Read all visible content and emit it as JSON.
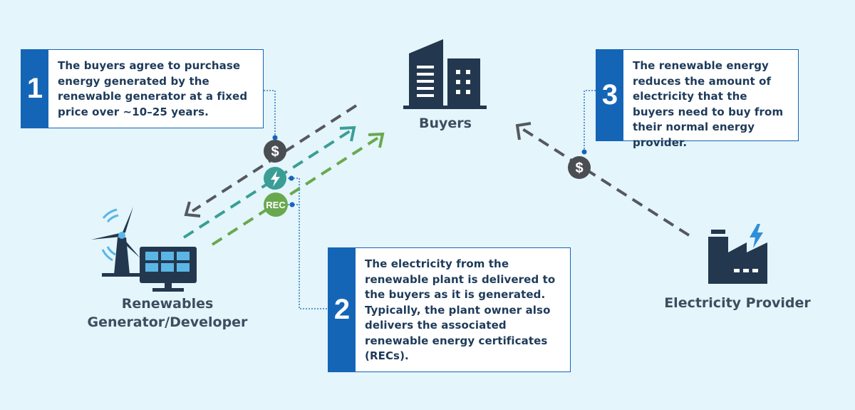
{
  "steps": [
    {
      "number": "1",
      "text": "The buyers agree to purchase energy generated by the renewable generator at a fixed price over ~10–25 years."
    },
    {
      "number": "2",
      "text": "The electricity from the renewable plant is delivered to the buyers as it is generated. Typically, the plant owner also delivers the associated renewable energy certificates (RECs)."
    },
    {
      "number": "3",
      "text": "The renewable energy reduces the amount of electricity that the buyers need to buy from their normal energy provider."
    }
  ],
  "nodes": {
    "buyers": "Buyers",
    "generator_line1": "Renewables",
    "generator_line2": "Generator/Developer",
    "provider": "Electricity Provider"
  },
  "badges": {
    "dollar": "$",
    "rec": "REC"
  },
  "colors": {
    "step_blue": "#1565b7",
    "money_arrow": "#55585e",
    "electricity_arrow": "#3a9e96",
    "rec_arrow": "#6aa84f",
    "icon_navy": "#23374f",
    "background": "#e4f5fb"
  },
  "icons": [
    "building-icon",
    "wind-turbine-icon",
    "solar-panel-icon",
    "factory-icon",
    "lightning-bolt-icon",
    "dollar-icon"
  ]
}
